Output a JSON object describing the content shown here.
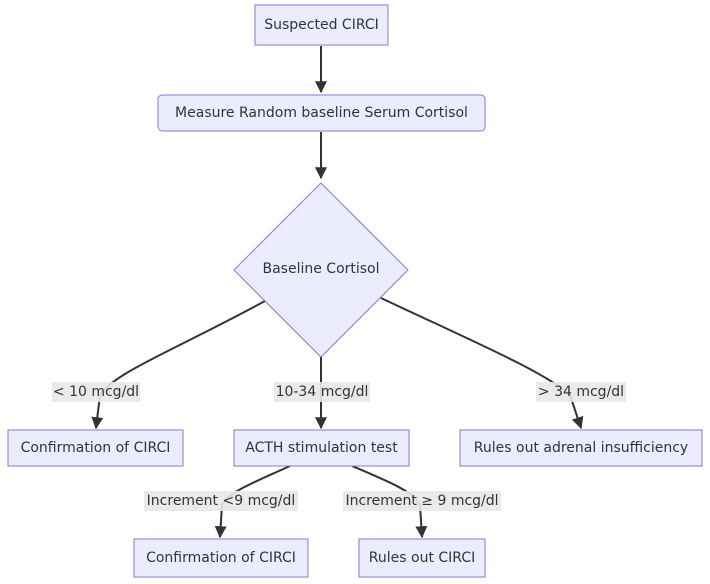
{
  "nodes": {
    "suspected": "Suspected CIRCI",
    "measure": "Measure Random baseline Serum Cortisol",
    "decision": "Baseline Cortisol",
    "confirm_left": "Confirmation of CIRCI",
    "acth": "ACTH stimulation test",
    "rules_out_adrenal": "Rules out adrenal insufficiency",
    "confirm_bottom": "Confirmation of CIRCI",
    "rules_out_circi": "Rules out CIRCI"
  },
  "edges": {
    "lt10": "< 10 mcg/dl",
    "mid": "10-34 mcg/dl",
    "gt34": "> 34 mcg/dl",
    "inc_lt9": "Increment <9 mcg/dl",
    "inc_ge9": "Increment ≥ 9 mcg/dl"
  },
  "colors": {
    "node_fill": "#ECECFF",
    "node_stroke": "#9370DB",
    "edge": "#333333",
    "label_bg": "#E8E8E8"
  }
}
